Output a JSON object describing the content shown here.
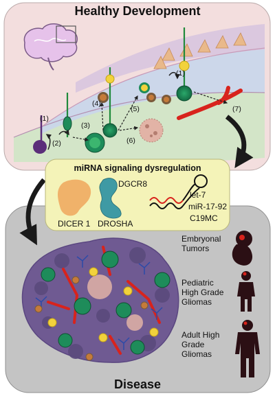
{
  "top_panel": {
    "title": "Healthy Development",
    "steps": [
      "(1)",
      "(2)",
      "(3)",
      "(4)",
      "(5)",
      "(6)",
      "(1)",
      "(7)"
    ]
  },
  "middle_panel": {
    "title": "miRNA signaling dysregulation",
    "proteins": [
      "DICER 1",
      "DROSHA",
      "DGCR8"
    ],
    "mirnas": [
      "let-7",
      "miR-17-92",
      "C19MC"
    ]
  },
  "bottom_panel": {
    "title": "Disease",
    "categories": [
      {
        "label_lines": [
          "Embryonal",
          "Tumors"
        ],
        "icon": "fetus-icon"
      },
      {
        "label_lines": [
          "Pediatric",
          "High Grade",
          "Gliomas"
        ],
        "icon": "child-silhouette-icon"
      },
      {
        "label_lines": [
          "Adult High",
          "Grade",
          "Gliomas"
        ],
        "icon": "adult-silhouette-icon"
      }
    ]
  },
  "colors": {
    "top_bg": "#f3dede",
    "middle_bg": "#f4f3b8",
    "bottom_bg": "#c4c4c4",
    "tumor": "#6f5a92",
    "stem_cell": "#1e8c5a",
    "progenitor": "#f2d23c",
    "vessel": "#d8231c",
    "neuron": "#e9b98a",
    "dicer": "#f0b26a",
    "drosha": "#3f9aa4"
  }
}
